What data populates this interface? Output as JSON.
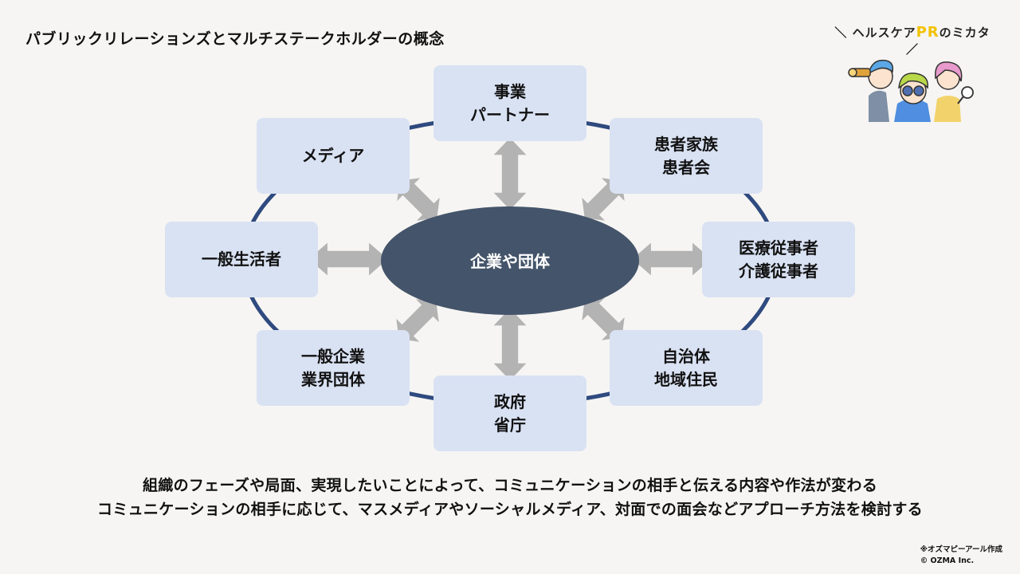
{
  "title": "パブリックリレーションズとマルチステークホルダーの概念",
  "brand": {
    "prefix": "＼ ヘルスケア",
    "highlight": "PR",
    "suffix": "のミカタ ／",
    "illustration_icon": "three-people-with-binoculars-illustration"
  },
  "diagram": {
    "center": "企業や団体",
    "nodes": {
      "partner": [
        "事業",
        "パートナー"
      ],
      "media": [
        "メディア"
      ],
      "patients": [
        "患者家族",
        "患者会"
      ],
      "public": [
        "一般生活者"
      ],
      "medical": [
        "医療従事者",
        "介護従事者"
      ],
      "companies": [
        "一般企業",
        "業界団体"
      ],
      "local": [
        "自治体",
        "地域住民"
      ],
      "government": [
        "政府",
        "省庁"
      ]
    }
  },
  "caption": {
    "line1": "組織のフェーズや局面、実現したいことによって、コミュニケーションの相手と伝える内容や作法が変わる",
    "line2": "コミュニケーションの相手に応じて、マスメディアやソーシャルメディア、対面での面会などアプローチ方法を検討する"
  },
  "credit": {
    "line1": "※オズマピーアール作成",
    "line2": "© OZMA Inc."
  },
  "colors": {
    "background": "#f6f5f3",
    "node_fill": "#d9e2f3",
    "center_fill": "#44546a",
    "ring": "#2f4a7f",
    "arrow": "#b3b3b3",
    "brand_accent": "#f2c200"
  }
}
